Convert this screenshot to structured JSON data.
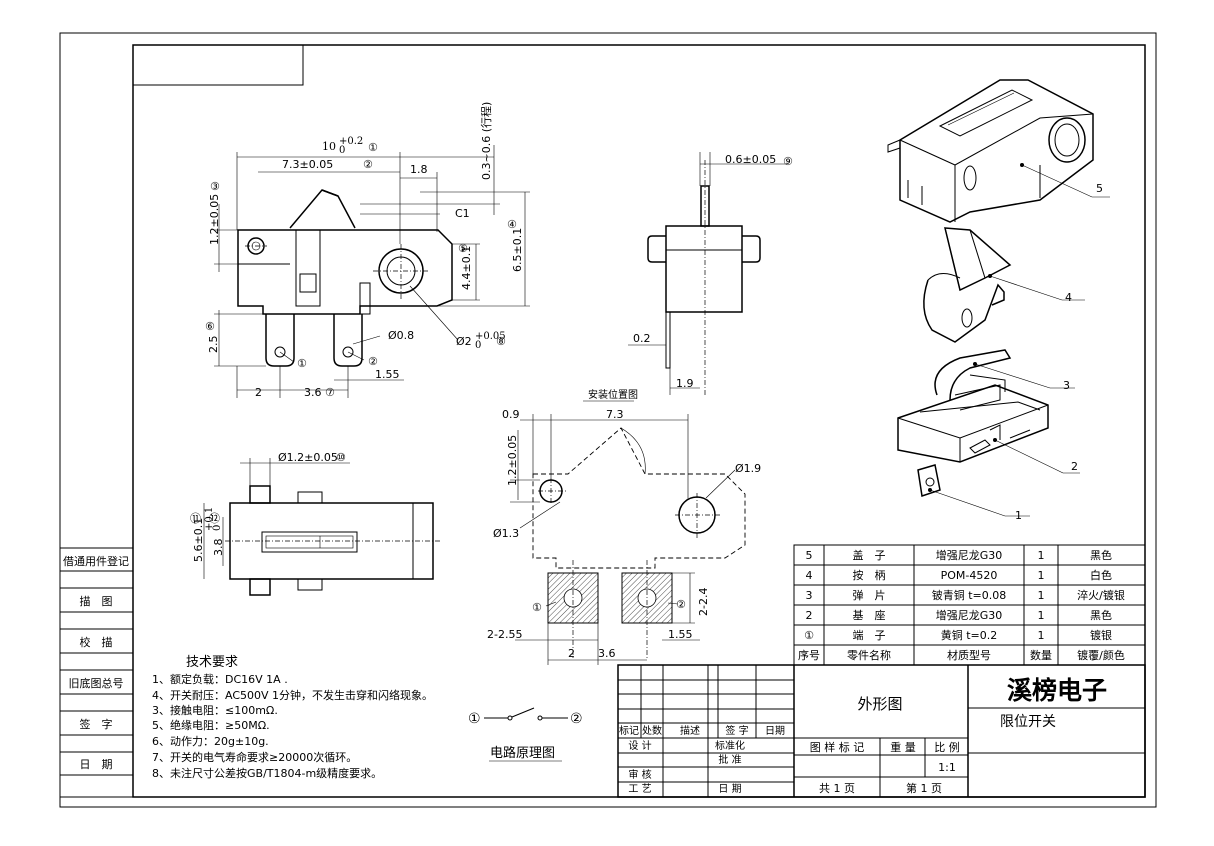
{
  "drawing": {
    "company": "溪榜电子",
    "product": "限位开关",
    "view_name": "外形图",
    "scale": "1:1",
    "pages_total": "共 1 页",
    "page_no": "第 1 页",
    "title_headers": {
      "drawing_mark": "图 样 标 记",
      "weight": "重 量",
      "scale": "比 例"
    },
    "revision_headers": {
      "mark": "标记",
      "count": "处数",
      "desc": "描述",
      "sign": "签 字",
      "date": "日期"
    },
    "approval_labels": {
      "design": "设 计",
      "standard": "标准化",
      "check": "审 核",
      "approve": "批 准",
      "process": "工 艺",
      "date": "日 期"
    }
  },
  "left_strip": {
    "items": [
      "借通用件登记",
      "描　图",
      "校　描",
      "旧底图总号",
      "签　字",
      "日　期"
    ]
  },
  "bom": {
    "headers": [
      "序号",
      "零件名称",
      "材质型号",
      "数量",
      "镀覆/颜色"
    ],
    "rows": [
      [
        "5",
        "盖　子",
        "增强尼龙G30",
        "1",
        "黑色"
      ],
      [
        "4",
        "按　柄",
        "POM-4520",
        "1",
        "白色"
      ],
      [
        "3",
        "弹　片",
        "铍青铜 t=0.08",
        "1",
        "淬火/镀银"
      ],
      [
        "2",
        "基　座",
        "增强尼龙G30",
        "1",
        "黑色"
      ],
      [
        "①",
        "端　子",
        "黄铜 t=0.2",
        "1",
        "镀银"
      ]
    ]
  },
  "tech": {
    "title": "技术要求",
    "items": [
      "1、额定负载：DC16V 1A .",
      "4、开关耐压：AC500V 1分钟，不发生击穿和闪络现象。",
      "3、接触电阻：≤100mΩ.",
      "5、绝缘电阻：≥50MΩ.",
      "6、动作力：20g±10g.",
      "7、开关的电气寿命要求≥20000次循环。",
      "8、未注尺寸公差按GB/T1804-m级精度要求。"
    ]
  },
  "circuit": {
    "label": "电路原理图",
    "node1": "①",
    "node2": "②"
  },
  "install": {
    "label": "安装位置图"
  },
  "dims": {
    "front_top_total": "10",
    "front_top_tol": "+0.2",
    "front_top_tol0": "0",
    "c1": "①",
    "d_73": "7.3±0.05",
    "c2": "②",
    "d_18": "1.8",
    "d_travel": "0.3~0.6 (行程)",
    "c3": "③",
    "d_12": "1.2±0.05",
    "d_C1": "C1",
    "c4": "④",
    "d_65": "6.5±0.1",
    "c5": "⑤",
    "d_44": "4.4±0.1",
    "c6": "⑥",
    "d_25": "2.5",
    "d_08": "Ø0.8",
    "d_phi2": "Ø2",
    "phi2_tol": "+0.05",
    "phi2_tol0": "0",
    "c8": "⑧",
    "term1": "①",
    "term2": "②",
    "d_2": "2",
    "d_36": "3.6",
    "c7": "⑦",
    "d_155": "1.55",
    "side_06": "0.6±0.05",
    "c9": "⑨",
    "side_02": "0.2",
    "side_19": "1.9",
    "bot_12": "Ø1.2±0.05",
    "c10": "⑩",
    "c11": "⑪",
    "c12": "⑫",
    "bot_56": "5.6±0.1",
    "bot_38": "3.8",
    "bot_38tol": "+0.1",
    "bot_38tol0": "0",
    "ins_09": "0.9",
    "ins_73": "7.3",
    "ins_12": "1.2±0.05",
    "ins_19": "Ø1.9",
    "ins_13": "Ø1.3",
    "ins_24": "2-2.4",
    "ins_255": "2-2.55",
    "ins_2": "2",
    "ins_36": "3.6",
    "ins_155": "1.55",
    "ins_p1": "①",
    "ins_p2": "②"
  },
  "exploded": {
    "callouts": [
      "5",
      "4",
      "3",
      "2",
      "1"
    ]
  }
}
